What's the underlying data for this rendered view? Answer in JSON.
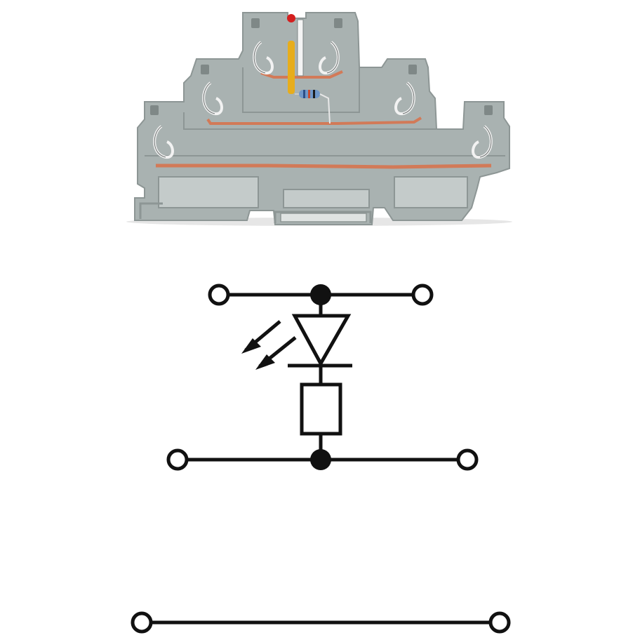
{
  "product_photo": {
    "housing_color": "#a9b2b1",
    "housing_shadow": "#8d9695",
    "housing_light": "#c4cbca",
    "bridge_color": "#d27a58",
    "spring_color": "#f2f2f2",
    "led_color": "#d41e1e",
    "led_leg_color": "#e7ad1c",
    "resistor_color": "#6f97c9",
    "resistor_band_colors": [
      "#2c4f87",
      "#c84b2e",
      "#1c1c1c"
    ],
    "levels": 3,
    "clamp_count": 6
  },
  "schematic": {
    "line_color": "#111111",
    "fill_color": "#ffffff",
    "components": [
      "terminal",
      "node",
      "diode",
      "light-emission-arrows",
      "resistor",
      "node",
      "terminal"
    ],
    "terminal_count": 6,
    "node_count": 2
  }
}
